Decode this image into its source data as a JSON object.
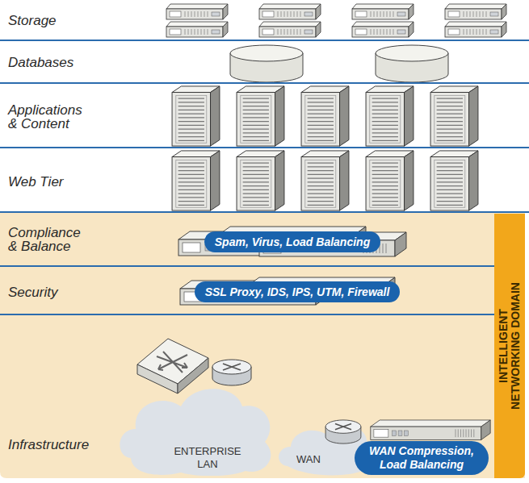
{
  "diagram": {
    "nodes": [
      {
        "text": [
          "Storage"
        ]
      },
      {
        "text": [
          "Databases"
        ]
      },
      {
        "text": [
          "Applications & Content"
        ]
      },
      {
        "text": [
          "Web Tier"
        ]
      },
      {
        "text": [
          "Compliance & Balance"
        ]
      },
      {
        "text": [
          "Spam, Virus, Load Balancing"
        ],
        "in": 4
      },
      {
        "text": [
          "Security"
        ]
      },
      {
        "text": [
          "SSL Proxy, IDS, IPS, UTM, Firewall"
        ],
        "in": 6
      },
      {
        "text": [
          "Infrastructure"
        ]
      },
      {
        "text": [
          "ENTERPRISE LAN"
        ],
        "in": 8
      },
      {
        "text": [
          "WAN"
        ],
        "in": 8
      },
      {
        "text": [
          "WAN Compression, Load Balancing"
        ],
        "in": 8
      },
      {
        "text": [
          "INTELLIGENT NETWORKING DOMAIN"
        ]
      }
    ]
  }
}
